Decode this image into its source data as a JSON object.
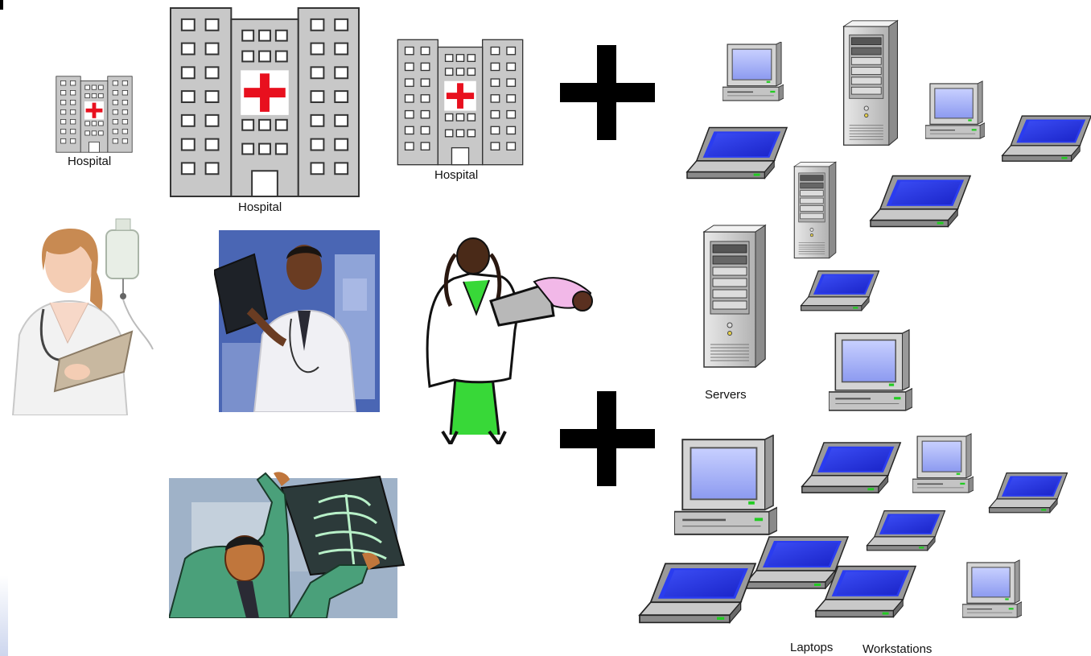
{
  "labels": {
    "hospital_small": "Hospital",
    "hospital_large": "Hospital",
    "hospital_medium": "Hospital",
    "servers": "Servers",
    "laptops": "Laptops",
    "workstations": "Workstations"
  },
  "colors": {
    "building_gray": "#c8c8c8",
    "red_cross": "#e8101e",
    "screen_blue": "#2233e8",
    "plus": "#000000"
  }
}
